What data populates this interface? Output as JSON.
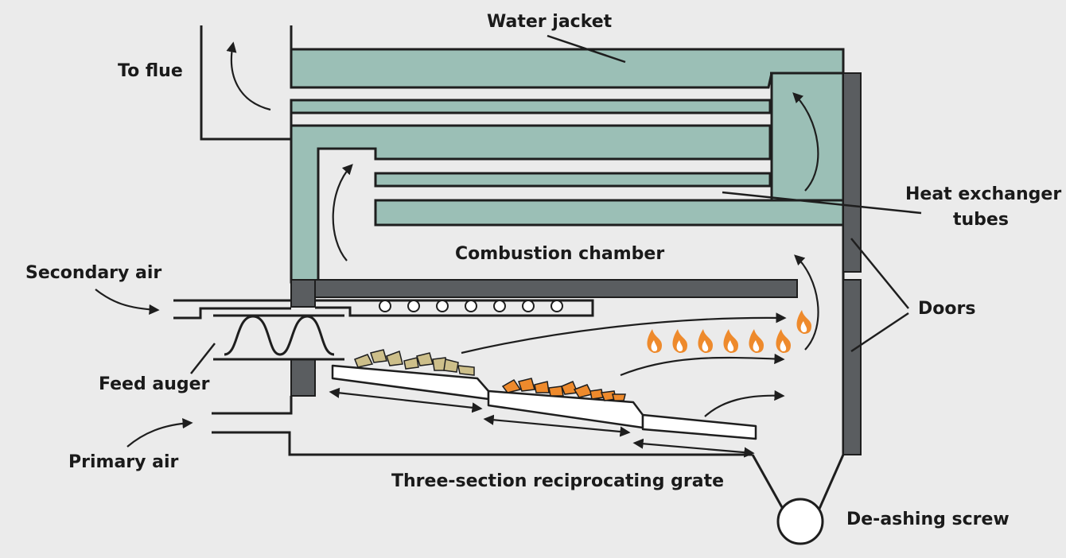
{
  "labels": {
    "water_jacket": "Water jacket",
    "to_flue": "To flue",
    "heat_exchanger_line1": "Heat exchanger",
    "heat_exchanger_line2": "tubes",
    "combustion_chamber": "Combustion chamber",
    "secondary_air": "Secondary air",
    "doors": "Doors",
    "feed_auger": "Feed auger",
    "primary_air": "Primary air",
    "grate": "Three-section reciprocating grate",
    "de_ashing_screw": "De-ashing screw"
  },
  "colors": {
    "background": "#ebebeb",
    "water_jacket": "#9bbfb6",
    "doors": "#5a5d60",
    "raw_fuel": "#cdbf8a",
    "burning_fuel": "#ee8a2c",
    "flame": "#ee8a2c"
  }
}
